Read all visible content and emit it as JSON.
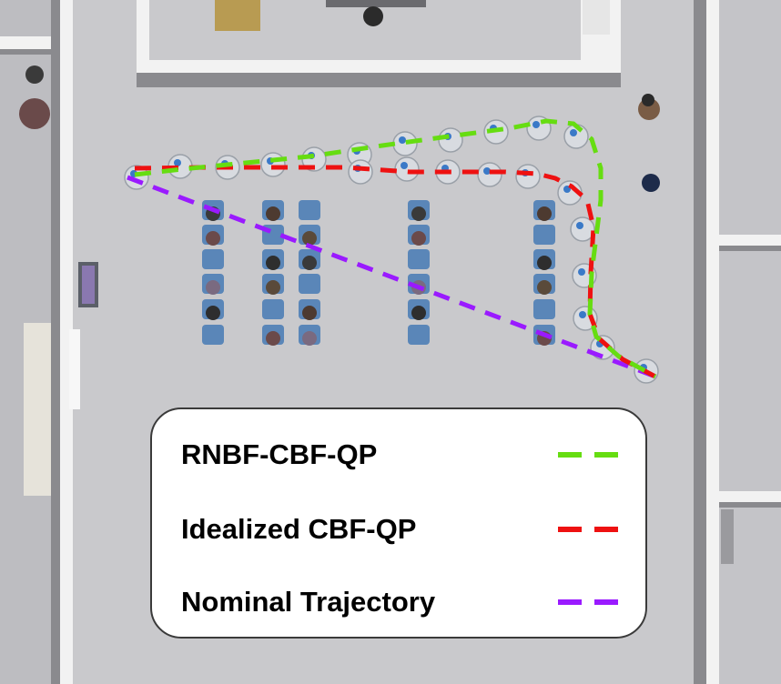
{
  "legend": {
    "items": [
      {
        "label": "RNBF-CBF-QP",
        "color": "#66dd11"
      },
      {
        "label": "Idealized CBF-QP",
        "color": "#ee1111"
      },
      {
        "label": "Nominal Trajectory",
        "color": "#9a1aff"
      }
    ]
  },
  "colors": {
    "floor": "#c9c9cc",
    "wall": "#f2f2f2",
    "wall_shadow": "#8a8a8e",
    "chair": "#5a86b8",
    "robot": "#d8dbe0",
    "robot_accent": "#3a79c7"
  }
}
